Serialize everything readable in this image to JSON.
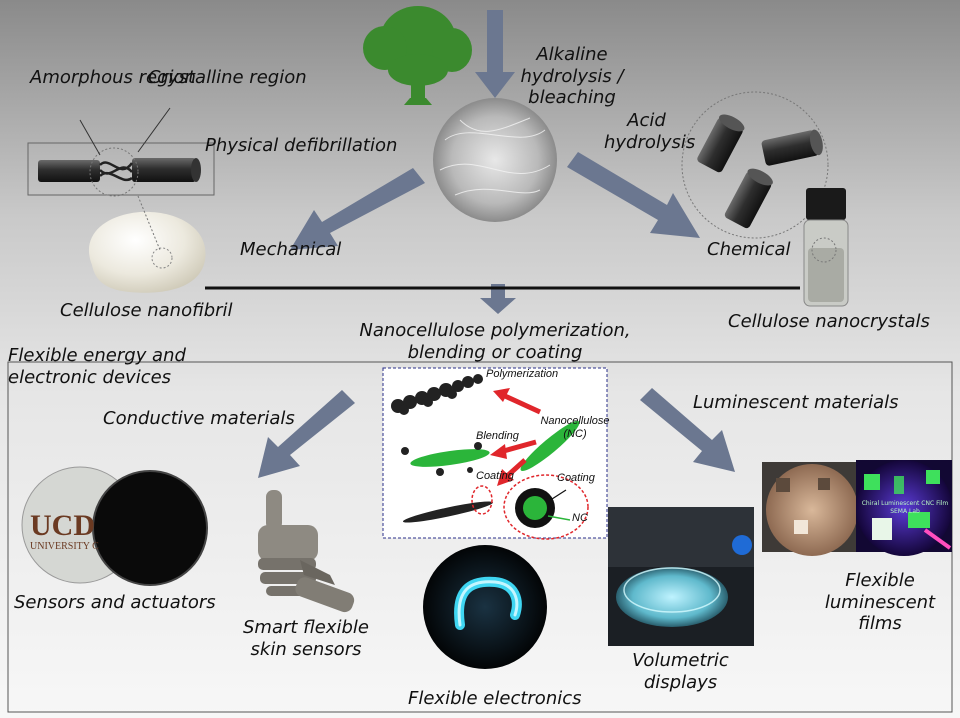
{
  "labels": {
    "amorphous": "Amorphous region",
    "crystalline": "Crystalline region",
    "alkaline": "Alkaline hydrolysis / bleaching",
    "acid": "Acid hydrolysis",
    "physical": "Physical defibrillation",
    "mechanical": "Mechanical",
    "chemical": "Chemical",
    "cnf": "Cellulose nanofibril",
    "cnc": "Cellulose nanocrystals",
    "polymerization_main": "Nanocellulose polymerization, blending or coating",
    "energy": "Flexible energy and electronic devices",
    "conductive": "Conductive materials",
    "luminescent": "Luminescent materials",
    "sensors": "Sensors and actuators",
    "skin": "Smart flexible skin sensors",
    "flex_elec": "Flexible  electronics",
    "volumetric": "Volumetric displays",
    "lum_films": "Flexible luminescent films"
  },
  "inset": {
    "polymerization": "Polymerization",
    "blending": "Blending",
    "nanocellulose": "Nanocellulose (NC)",
    "coating_left": "Coating",
    "coating_right": "Coating",
    "nc": "NC"
  },
  "photo_text": {
    "ucd": "UCD",
    "university": "UNIVERSITY C",
    "film_line1": "Chiral Luminescent CNC Film",
    "film_line2": "SEMA Lab"
  },
  "colors": {
    "arrow": "#6b7790",
    "tree": "#3b8a2e",
    "inset_red": "#e0262b",
    "inset_green": "#2bb53a",
    "inset_border": "#2a2f8a"
  }
}
